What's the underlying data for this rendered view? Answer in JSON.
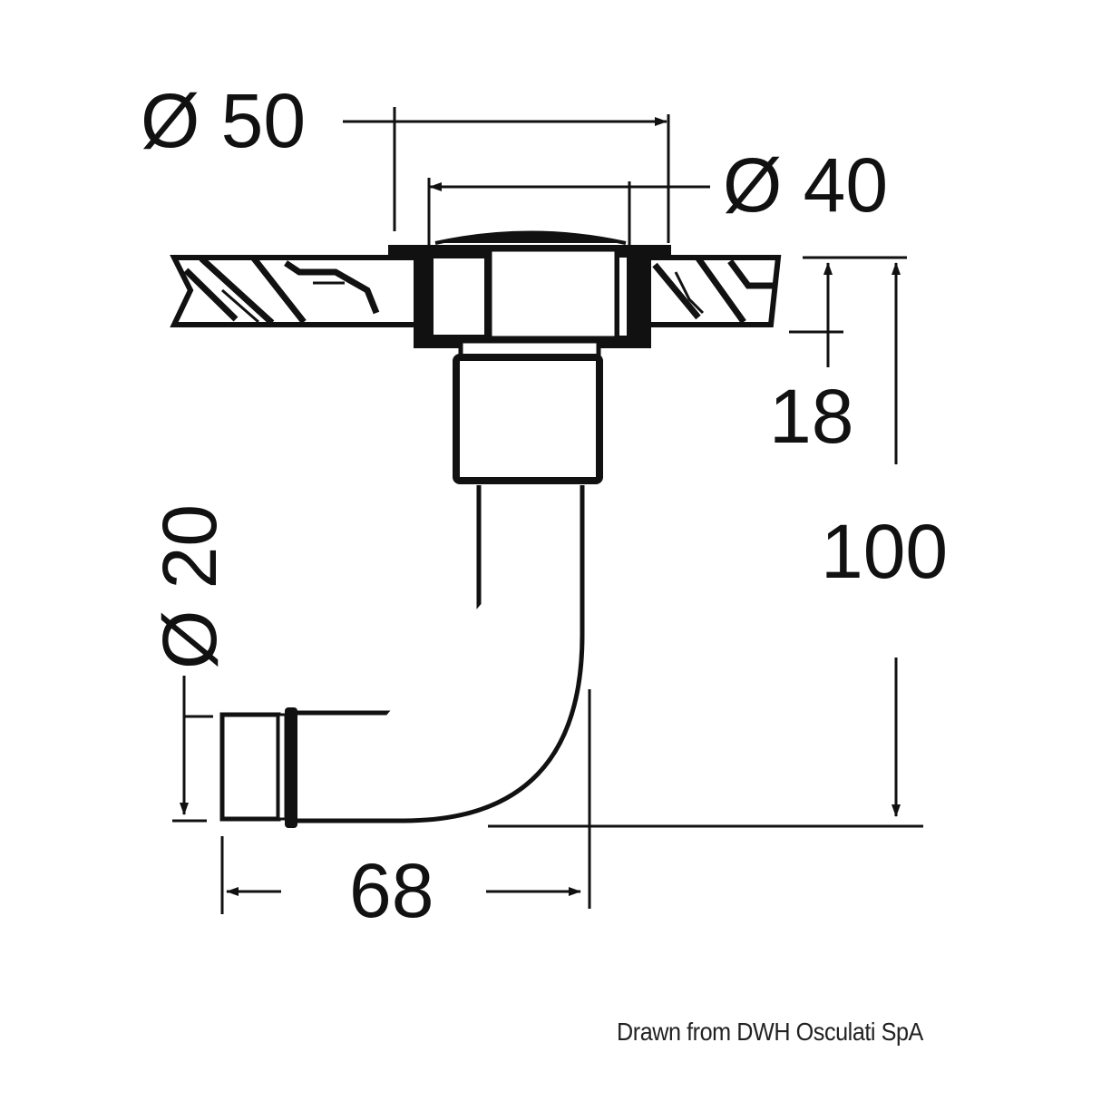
{
  "drawing": {
    "subject": "Thru-hull fitting with 90° elbow hose connector",
    "dimensions": {
      "outer_flange_diameter": "Ø 50",
      "inner_diameter": "Ø 40",
      "panel_thickness": "18",
      "total_height": "100",
      "hose_diameter": "Ø 20",
      "horizontal_reach": "68"
    }
  },
  "credit": "Drawn from DWH Osculati SpA"
}
